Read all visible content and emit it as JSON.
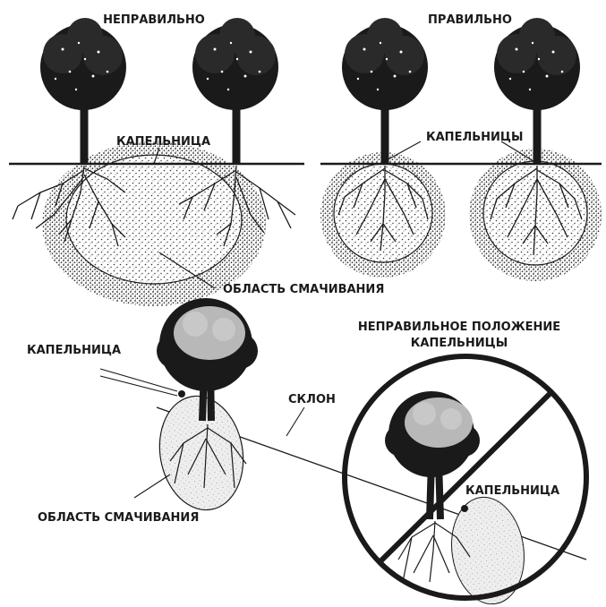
{
  "labels": {
    "wrong_title": "НЕПРАВИЛЬНО",
    "right_title": "ПРАВИЛЬНО",
    "dripper_top_left": "КАПЕЛЬНИЦА",
    "drippers_top_right": "КАПЕЛЬНИЦЫ",
    "wetting_area_top": "ОБЛАСТЬ СМАЧИВАНИЯ",
    "dripper_bottom_left": "КАПЕЛЬНИЦА",
    "slope": "СКЛОН",
    "wetting_area_bottom": "ОБЛАСТЬ СМАЧИВАНИЯ",
    "wrong_position_line1": "НЕПРАВИЛЬНОЕ ПОЛОЖЕНИЕ",
    "wrong_position_line2": "КАПЕЛЬНИЦЫ",
    "dripper_bottom_right": "КАПЕЛЬНИЦА"
  },
  "colors": {
    "ink": "#1a1a1a",
    "paper": "#ffffff",
    "wetting_fill": "#e4e4e4",
    "canopy_light": "#b8b8b8"
  }
}
